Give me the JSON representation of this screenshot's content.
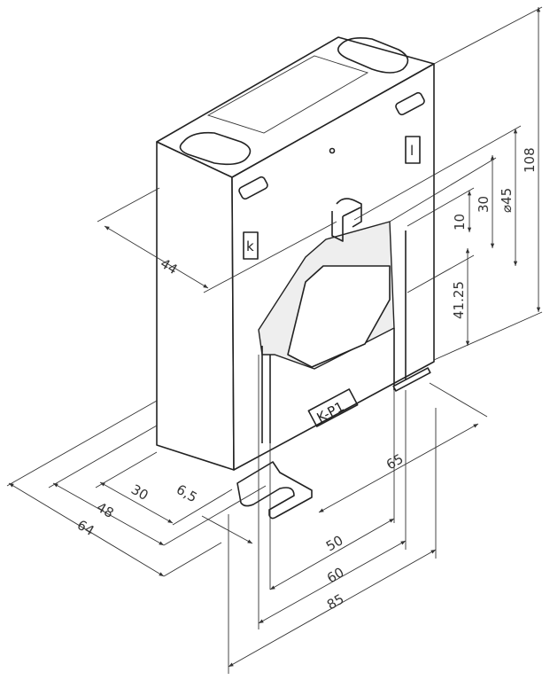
{
  "drawing": {
    "markings": {
      "terminal_k": "k",
      "terminal_l": "l",
      "model": "K-P1"
    },
    "dimensions": {
      "depth": "44",
      "height": "108",
      "window_height": "30",
      "window_diameter": "⌀45",
      "offset_top": "10",
      "busbar_height": "41.25",
      "busbar_width": "65",
      "foot_thickness": "6,5",
      "foot_30": "30",
      "foot_48": "48",
      "depth_64": "64",
      "width_50": "50",
      "width_60": "60",
      "width_85": "85"
    }
  }
}
